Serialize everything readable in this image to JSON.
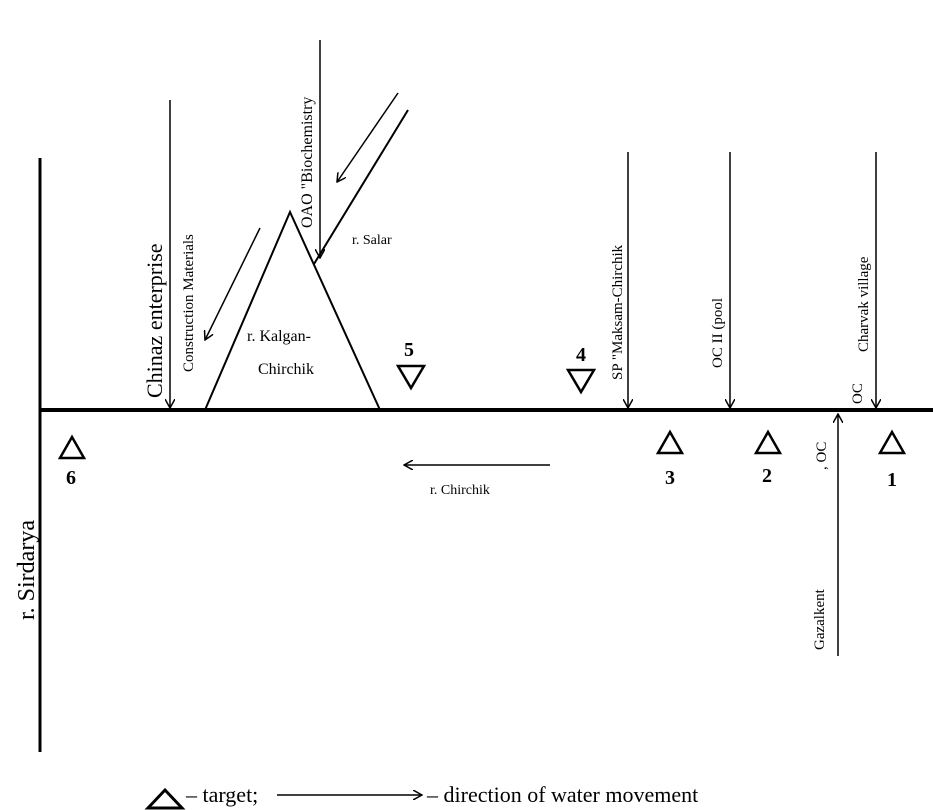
{
  "rivers": {
    "sirdarya": "r. Sirdarya",
    "chirchik": "r. Chirchik",
    "kalgan_line1": "r. Kalgan- ",
    "kalgan_line2": "Chirchik",
    "salar": "r. Salar"
  },
  "sources": {
    "chinaz": "Chinaz enterprise",
    "construction": "Construction Materials",
    "biochemistry": "OAO \"Biochemistry",
    "maksam": "SP \"Maksam-Chirchik",
    "oc_pool": "OC II (pool",
    "oc_charvak_prefix": "OC",
    "charvak": "Charvak village",
    "gazalkent": "Gazalkent",
    "oc_gazalkent": ", OC"
  },
  "targets": [
    {
      "id": "1",
      "label": "1"
    },
    {
      "id": "2",
      "label": "2"
    },
    {
      "id": "3",
      "label": "3"
    },
    {
      "id": "4",
      "label": "4"
    },
    {
      "id": "5",
      "label": "5"
    },
    {
      "id": "6",
      "label": "6"
    }
  ],
  "legend": {
    "target_text": "– target;",
    "direction_text": "– direction of water movement"
  }
}
